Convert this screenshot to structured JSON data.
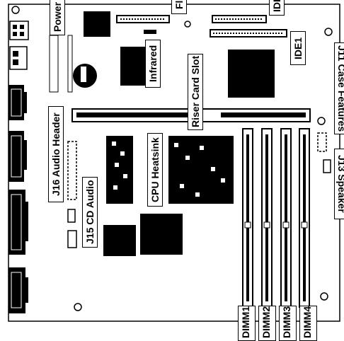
{
  "labels": {
    "power": "Power",
    "floppy": "Flo",
    "ide2": "IDE",
    "ide1": "IDE1",
    "infrared": "Infrared",
    "riser": "Riser Card Slot",
    "case_features": "J11 Case Features",
    "audio_header": "J16 Audio Header",
    "cpu_heatsink": "CPU Heatsink",
    "cd_audio": "J15 CD Audio",
    "speaker": "J13 Speaker",
    "dimm1": "DIMM1",
    "dimm2": "DIMM2",
    "dimm3": "DIMM3",
    "dimm4": "DIMM4"
  }
}
